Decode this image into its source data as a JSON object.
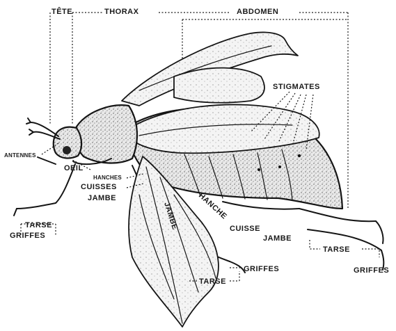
{
  "diagram": {
    "labels": {
      "tete": "TÊTE",
      "thorax": "THORAX",
      "abdomen": "ABDOMEN",
      "stigmates": "STIGMATES",
      "antennes": "ANTENNES",
      "oeil": "OEIL",
      "hanches": "HANCHES",
      "cuisses": "CUISSES",
      "jambe_front": "JAMBE",
      "tarse_left": "TARSE",
      "griffes_left": "GRIFFES",
      "jambe_mid": "JAMBE",
      "hanche_mid": "HANCHE",
      "cuisse_right": "CUISSE",
      "jambe_right": "JAMBE",
      "tarse_right": "TARSE",
      "griffes_right": "GRIFFES",
      "griffes_mid": "GRIFFES",
      "tarse_mid": "TARSE"
    }
  }
}
